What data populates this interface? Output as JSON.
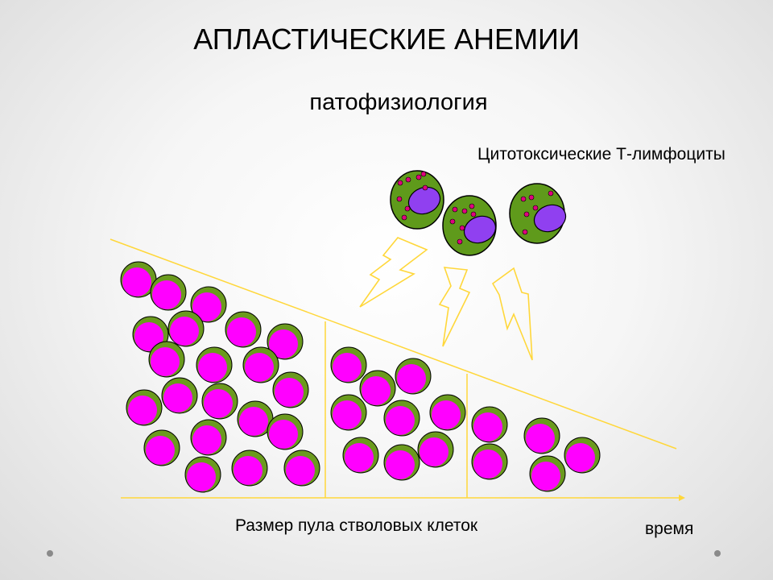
{
  "slide": {
    "title": "АПЛАСТИЧЕСКИЕ АНЕМИИ",
    "subtitle": "патофизиология",
    "lymphocytes_label": "Цитотоксические Т-лимфоциты",
    "pool_label": "Размер пула стволовых клеток",
    "time_label": "время"
  },
  "colors": {
    "stem_cell_fill": "#ff00ff",
    "stem_cell_rim": "#6b9a1e",
    "lymphocyte_body": "#5f9a1b",
    "lymphocyte_nucleus": "#9040f0",
    "lymphocyte_granule": "#e0007f",
    "line_color": "#ffd73a",
    "outline": "#000000"
  }
}
